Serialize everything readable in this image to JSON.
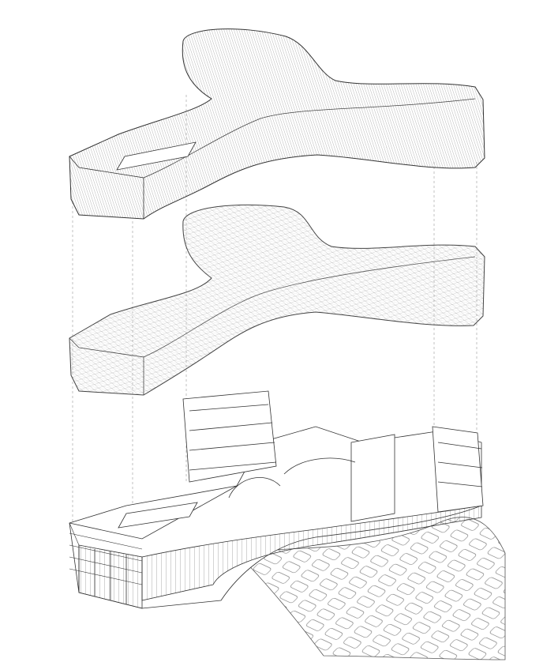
{
  "diagram": {
    "type": "exploded-axonometric",
    "layers": [
      "outer-skin-mesh",
      "structural-grid-mesh",
      "building-floors"
    ],
    "colors": {
      "line": "#333333",
      "mesh": "#777777",
      "background": "#ffffff"
    }
  }
}
